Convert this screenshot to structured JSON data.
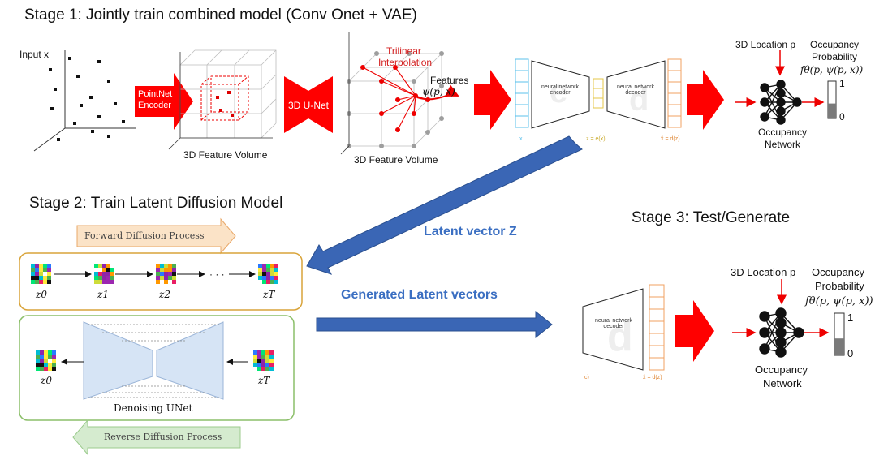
{
  "stage1": {
    "title": "Stage 1: Jointly train combined model (Conv Onet + VAE)",
    "input_label": "Input x",
    "pointnet_label_line1": "PointNet",
    "pointnet_label_line2": "Encoder",
    "feature_volume_label": "3D Feature Volume",
    "unet_label": "3D U-Net",
    "trilinear_line1": "Trilinear",
    "trilinear_line2": "Interpolation",
    "features_label": "Features",
    "features_math": "ψ(p, x)",
    "feature_volume_label2": "3D Feature Volume",
    "encoder_text": "neural network encoder",
    "decoder_text": "neural network decoder",
    "x_label": "x",
    "z_label": "z = e(x)",
    "xhat_label": "x̂ = d(z)",
    "location_label": "3D Location p",
    "occupancy_prob_line1": "Occupancy",
    "occupancy_prob_line2": "Probability",
    "f_math": "fθ(p, ψ(p, x))",
    "one_label": "1",
    "zero_label": "0",
    "occ_network_line1": "Occupancy",
    "occ_network_line2": "Network",
    "occupancy_fill": 0.4
  },
  "stage2": {
    "title": "Stage 2: Train Latent Diffusion Model",
    "forward_label": "Forward Diffusion Process",
    "reverse_label": "Reverse Diffusion Process",
    "denoising_label": "Denoising UNet",
    "z0": "z0",
    "z1": "z1",
    "z2": "z2",
    "ellipsis": "· · ·",
    "zT": "zT",
    "z0_bottom": "z0",
    "zT_bottom": "zT"
  },
  "arrows": {
    "latent_vector": "Latent vector Z",
    "generated": "Generated Latent vectors"
  },
  "stage3": {
    "title": "Stage 3: Test/Generate",
    "decoder_text": "neural network decoder",
    "c_label": "c)",
    "xhat_label": "x̂ = d(z)",
    "location_label": "3D Location p",
    "occupancy_prob_line1": "Occupancy",
    "occupancy_prob_line2": "Probability",
    "f_math": "fθ(p, ψ(p, x))",
    "one_label": "1",
    "zero_label": "0",
    "occ_network_line1": "Occupancy",
    "occ_network_line2": "Network",
    "occupancy_fill": 0.4
  },
  "colors": {
    "red": "#ff0000",
    "blue_arrow": "#3a66b5",
    "blue_text": "#3b6fc2",
    "forward_ribbon": "#fbe3c7",
    "reverse_ribbon": "#d5ebcf",
    "forward_box": "#d9a43a",
    "reverse_box": "#8cbf6a",
    "unet_fill": "#d6e4f5"
  }
}
